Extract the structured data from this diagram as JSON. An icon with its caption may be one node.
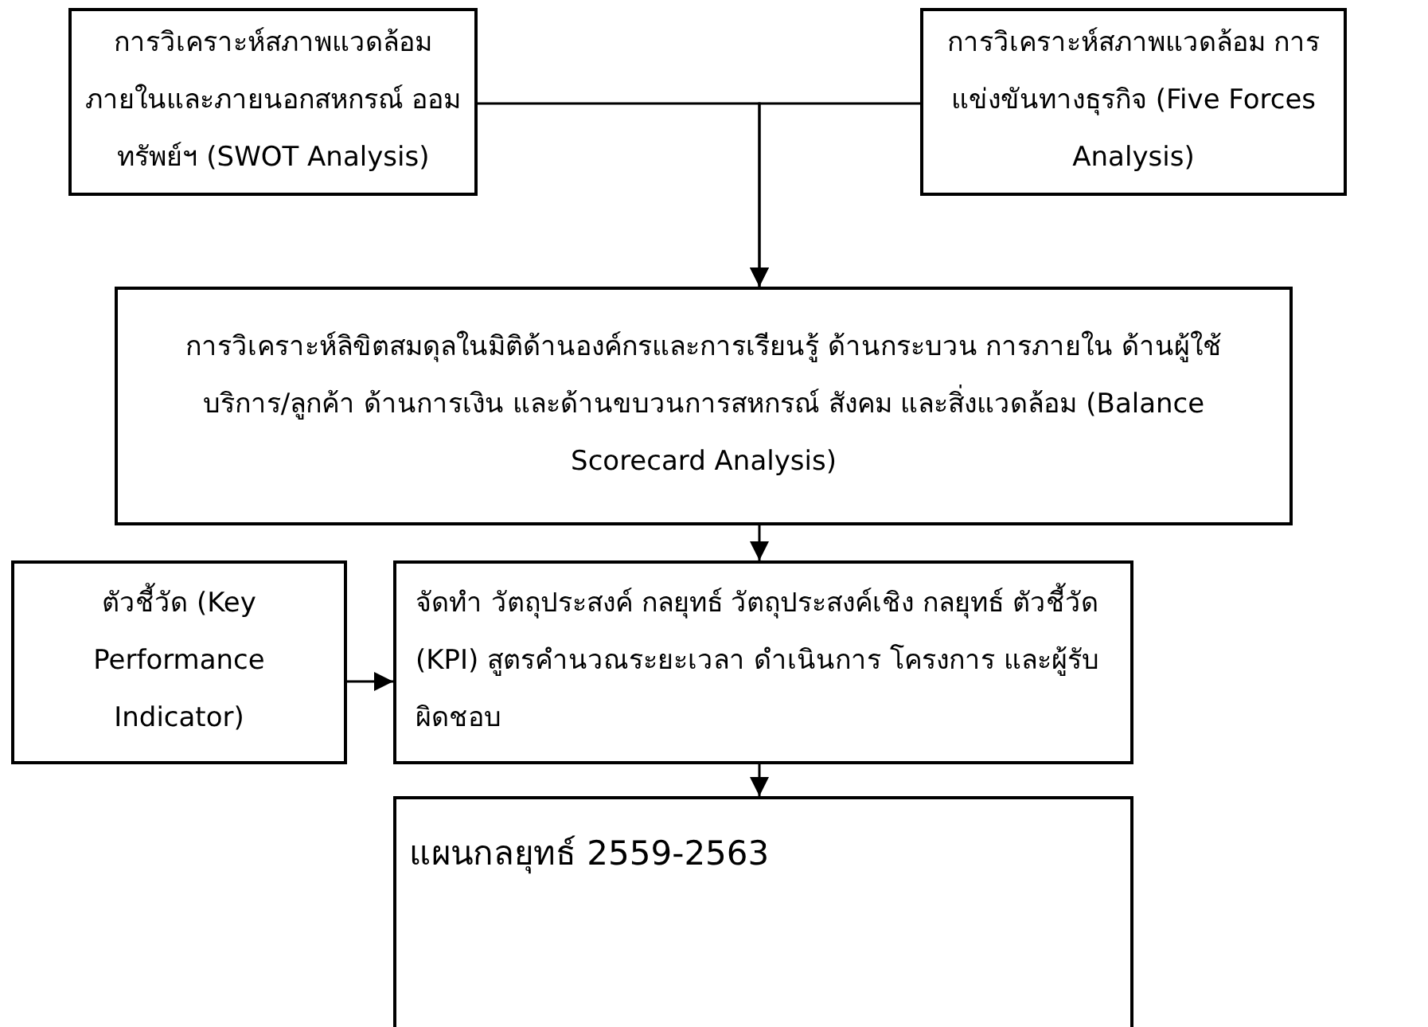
{
  "diagram": {
    "nodes": [
      {
        "text": [
          "การวิเคราะห์สภาพแวดล้อม ภายในและภายนอกสหกรณ์ ออมทรัพย์ฯ (SWOT Analysis)"
        ]
      },
      {
        "text": [
          "การวิเคราะห์สภาพแวดล้อม การแข่งขันทางธุรกิจ (Five Forces Analysis)"
        ]
      },
      {
        "text": [
          "การวิเคราะห์ลิขิตสมดุลในมิติด้านองค์กรและการเรียนรู้ ด้านกระบวน การภายใน ด้านผู้ใช้บริการ/ลูกค้า ด้านการเงิน และด้านขบวนการสหกรณ์ สังคม และสิ่งแวดล้อม (Balance Scorecard Analysis)"
        ]
      },
      {
        "text": [
          "ตัวชี้วัด (Key Performance Indicator)"
        ]
      },
      {
        "text": [
          "จัดทำ วัตถุประสงค์ กลยุทธ์ วัตถุประสงค์เชิง กลยุทธ์ ตัวชี้วัด (KPI) สูตรคำนวณระยะเวลา ดำเนินการ โครงการ และผู้รับผิดชอบ"
        ]
      },
      {
        "text": [
          "แผนกลยุทธ์ 2559-2563"
        ]
      }
    ],
    "edges": [
      {
        "from": 0,
        "to": 2,
        "arrow": "to"
      },
      {
        "from": 1,
        "to": 2,
        "arrow": "to"
      },
      {
        "from": 2,
        "to": 4,
        "arrow": "to"
      },
      {
        "from": 3,
        "to": 4,
        "arrow": "to"
      },
      {
        "from": 4,
        "to": 5,
        "arrow": "to"
      }
    ]
  }
}
